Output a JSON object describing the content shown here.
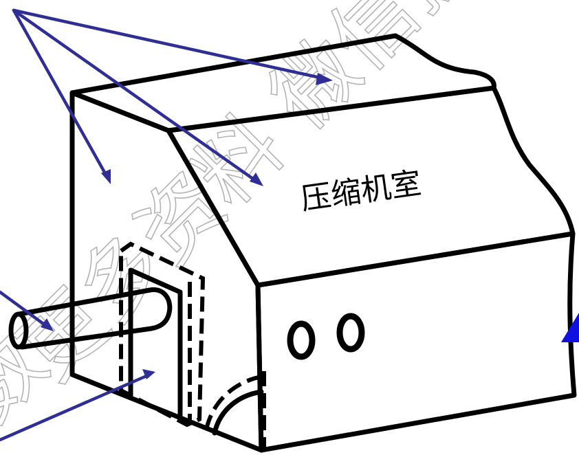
{
  "diagram": {
    "room_label": "压缩机室",
    "watermark": "更多资料 微信搜",
    "watermark_fragment": "数"
  },
  "colors": {
    "outline": "#000000",
    "arrow": "#2e2e96",
    "edge_marker": "#1010e0",
    "background": "#ffffff"
  },
  "icons": {
    "edge_marker": "blue-triangle-icon"
  }
}
